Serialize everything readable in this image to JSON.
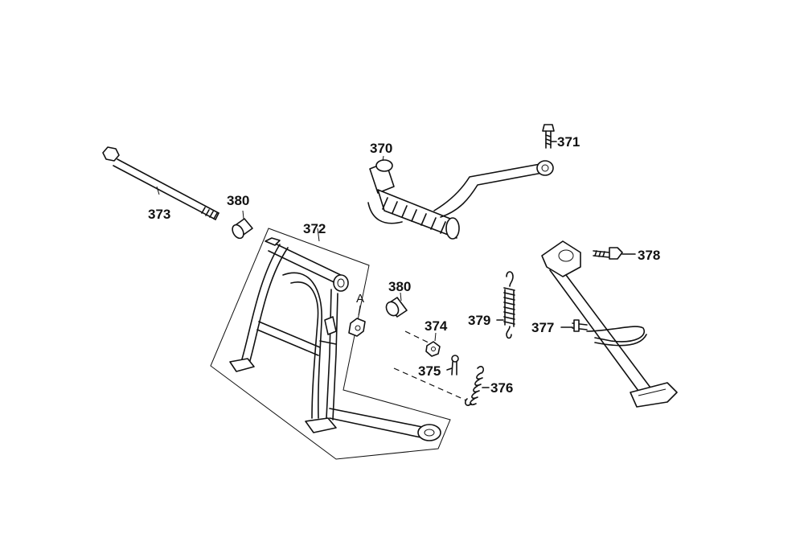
{
  "parts": [
    {
      "id": "p370",
      "label": "370"
    },
    {
      "id": "p371",
      "label": "371"
    },
    {
      "id": "p372",
      "label": "372"
    },
    {
      "id": "p373",
      "label": "373"
    },
    {
      "id": "p374",
      "label": "374"
    },
    {
      "id": "p375",
      "label": "375"
    },
    {
      "id": "p376",
      "label": "376"
    },
    {
      "id": "p377",
      "label": "377"
    },
    {
      "id": "p378",
      "label": "378"
    },
    {
      "id": "p379",
      "label": "379"
    },
    {
      "id": "p380a",
      "label": "380"
    },
    {
      "id": "p380b",
      "label": "380"
    }
  ],
  "reference_mark": "A"
}
